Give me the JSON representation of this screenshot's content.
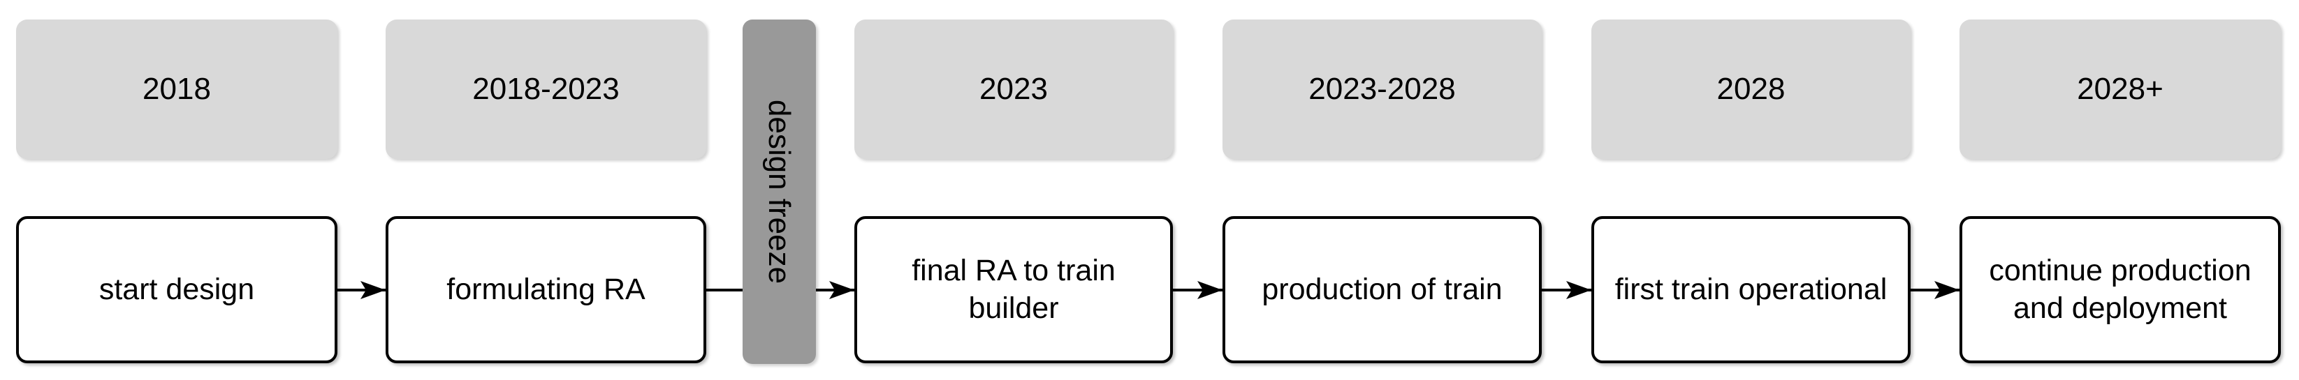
{
  "diagram": {
    "freeze_label": "design freeze",
    "columns": [
      {
        "year": "2018",
        "step": "start design"
      },
      {
        "year": "2018-2023",
        "step": "formulating RA"
      },
      {
        "year": "2023",
        "step": "final RA to train builder"
      },
      {
        "year": "2023-2028",
        "step": "production of train"
      },
      {
        "year": "2028",
        "step": "first train operational"
      },
      {
        "year": "2028+",
        "step": "continue production and deployment"
      }
    ],
    "colors": {
      "year_box_fill": "#d9d9d9",
      "freeze_bar_fill": "#999999",
      "step_box_fill": "#ffffff",
      "step_box_border": "#000000",
      "arrow": "#000000",
      "text": "#000000",
      "background": "#ffffff"
    }
  }
}
